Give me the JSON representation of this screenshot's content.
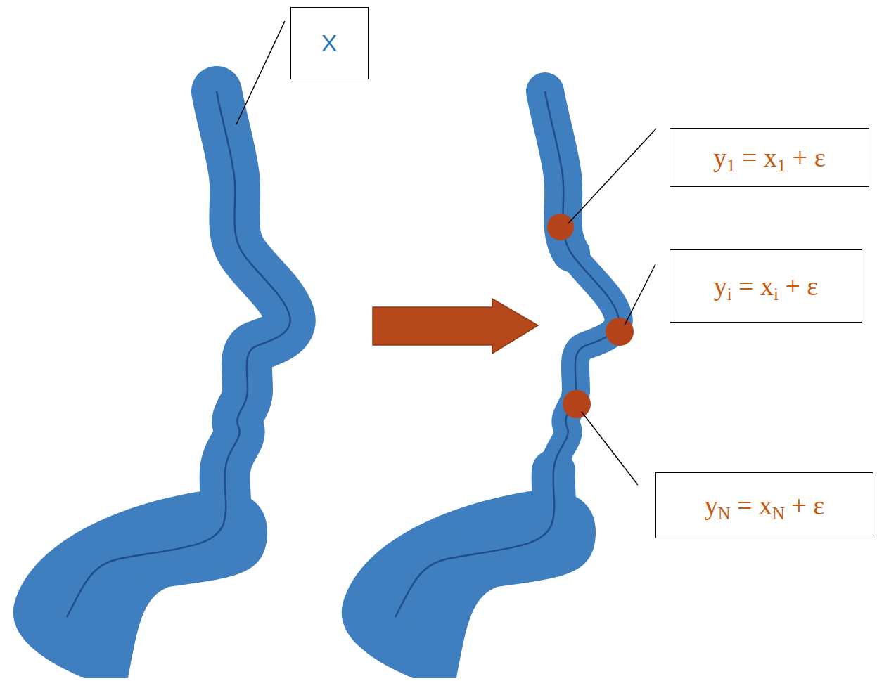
{
  "diagram": {
    "nodes": [
      {
        "text": [
          "X"
        ]
      },
      {
        "text": [
          "y1 = x1 + ε"
        ]
      },
      {
        "text": [
          "yi = xi + ε"
        ]
      },
      {
        "text": [
          "yN = xN + ε"
        ]
      }
    ]
  }
}
